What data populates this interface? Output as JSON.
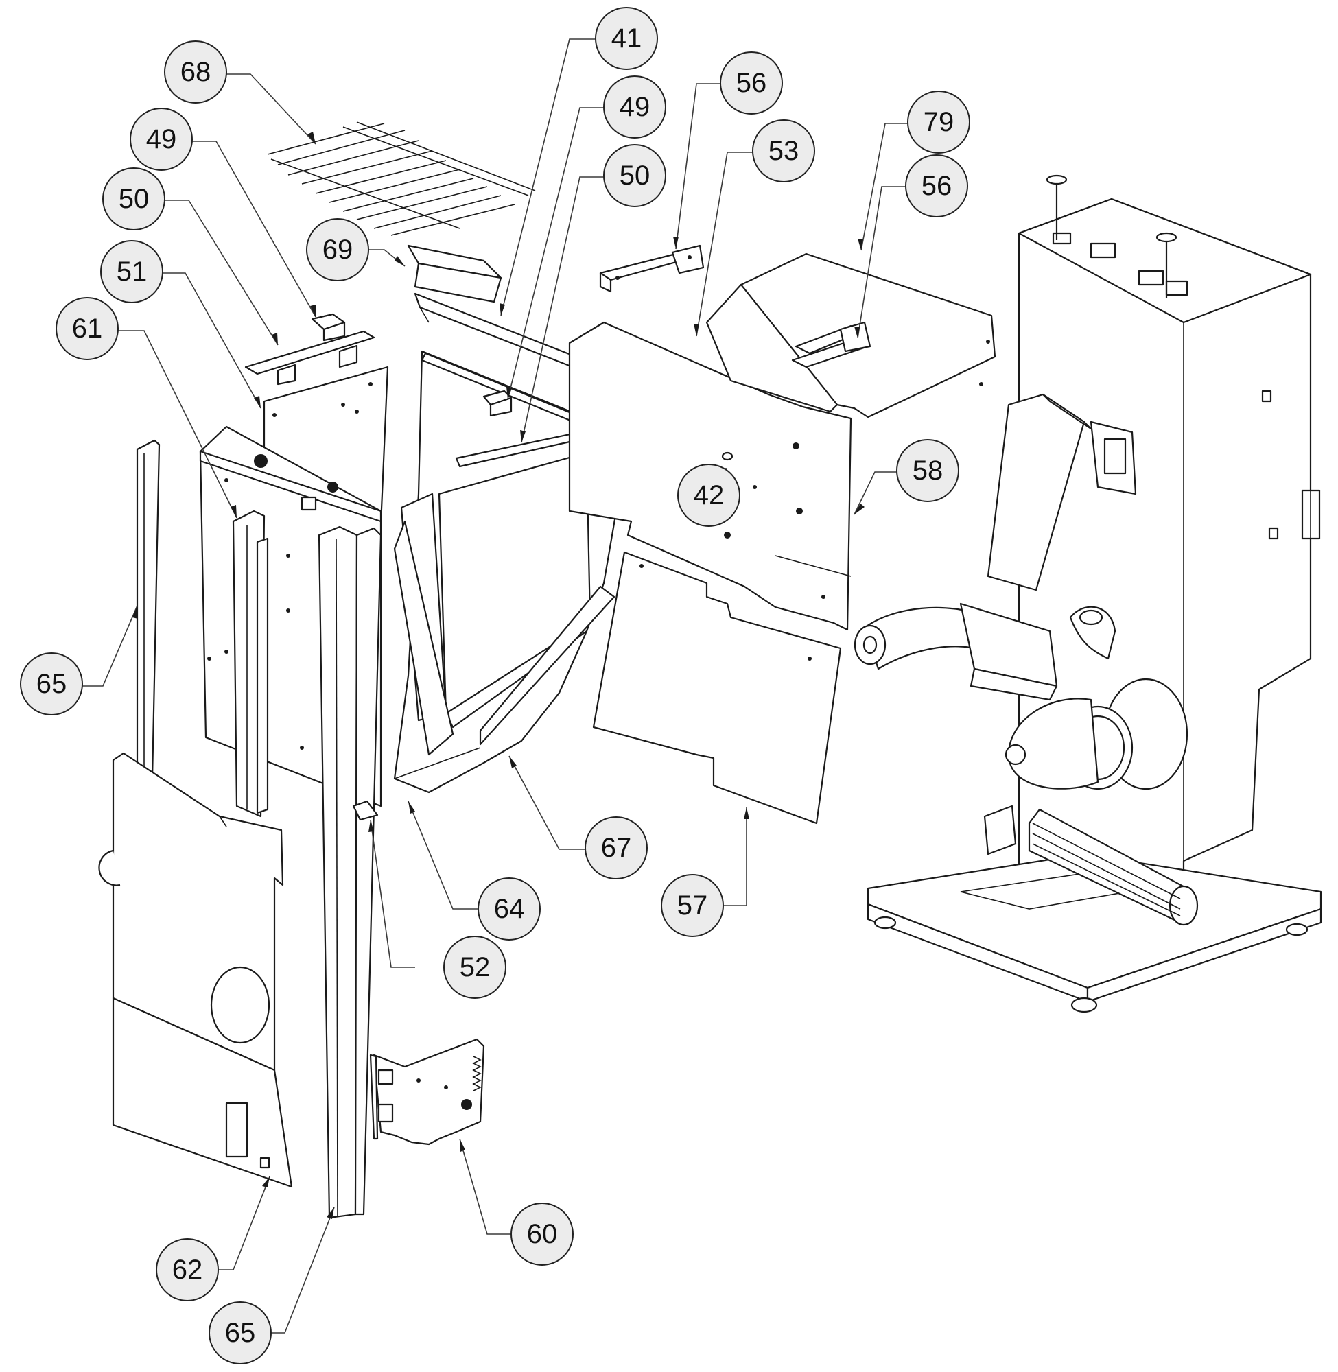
{
  "callouts": [
    {
      "label": "68"
    },
    {
      "label": "49"
    },
    {
      "label": "50"
    },
    {
      "label": "51"
    },
    {
      "label": "61"
    },
    {
      "label": "65"
    },
    {
      "label": "69"
    },
    {
      "label": "41"
    },
    {
      "label": "49"
    },
    {
      "label": "50"
    },
    {
      "label": "56"
    },
    {
      "label": "53"
    },
    {
      "label": "79"
    },
    {
      "label": "56"
    },
    {
      "label": "42"
    },
    {
      "label": "58"
    },
    {
      "label": "67"
    },
    {
      "label": "64"
    },
    {
      "label": "52"
    },
    {
      "label": "57"
    },
    {
      "label": "60"
    },
    {
      "label": "62"
    },
    {
      "label": "65"
    }
  ]
}
